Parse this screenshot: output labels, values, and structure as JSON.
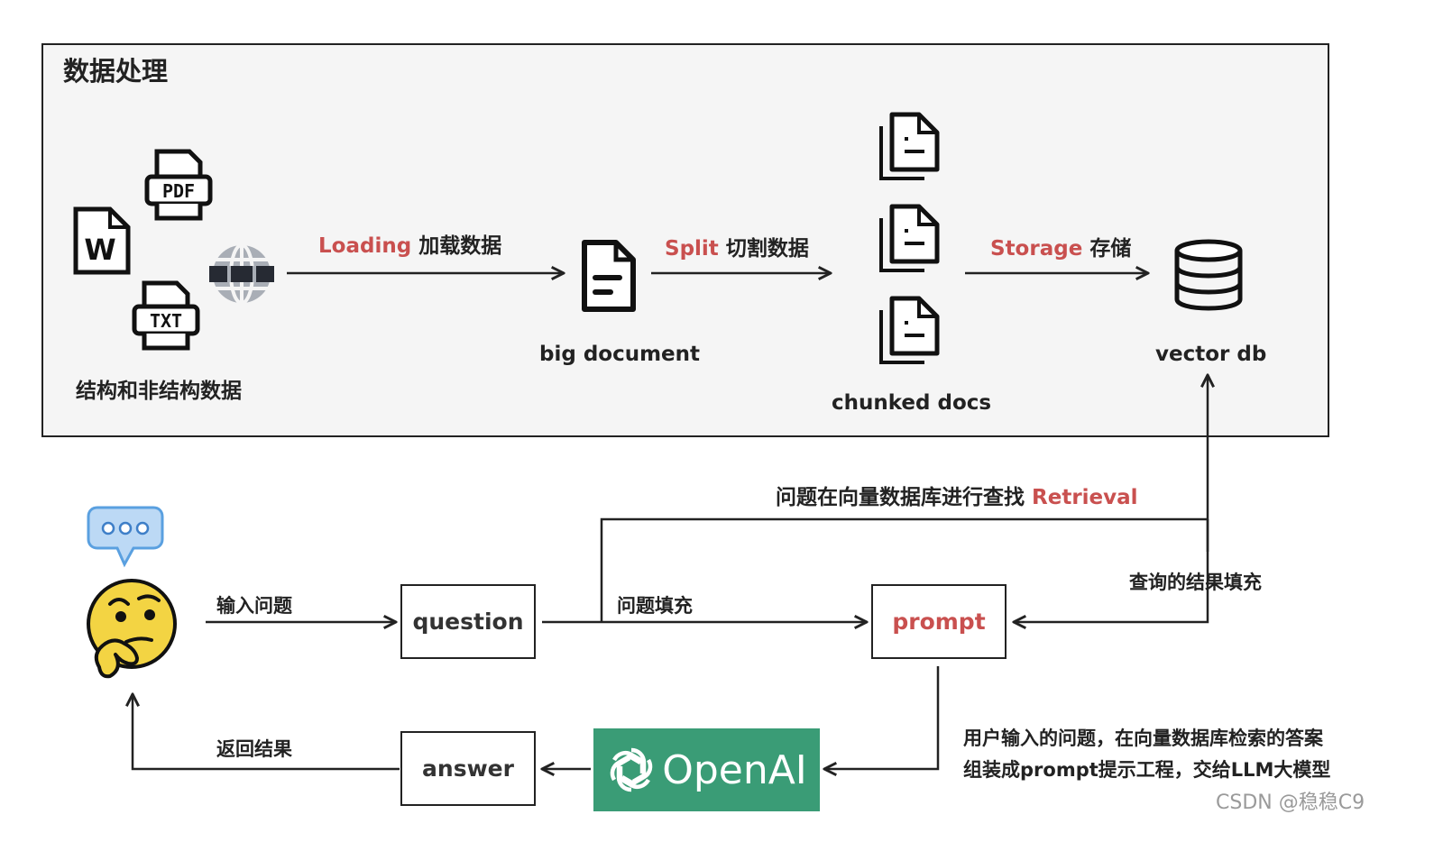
{
  "panel": {
    "title": "数据处理"
  },
  "sources": {
    "pdf_label": "PDF",
    "word_label": "W",
    "txt_label": "TXT",
    "caption": "结构和非结构数据"
  },
  "loading": {
    "en": "Loading",
    "zh": "加载数据"
  },
  "big_document": {
    "caption": "big document"
  },
  "split": {
    "en": "Split",
    "zh": "切割数据"
  },
  "chunked": {
    "caption": "chunked docs"
  },
  "storage": {
    "en": "Storage",
    "zh": "存储"
  },
  "vector_db": {
    "caption": "vector db"
  },
  "retrieval": {
    "zh": "问题在向量数据库进行查找",
    "en": "Retrieval"
  },
  "query_result": {
    "label": "查询的结果填充"
  },
  "input_question": {
    "label": "输入问题"
  },
  "question_box": {
    "label": "question"
  },
  "fill_question": {
    "label": "问题填充"
  },
  "prompt_box": {
    "label": "prompt"
  },
  "return_result": {
    "label": "返回结果"
  },
  "answer_box": {
    "label": "answer"
  },
  "openai": {
    "label": "OpenAI"
  },
  "note": {
    "line1": "用户输入的问题，在向量数据库检索的答案",
    "line2": "组装成prompt提示工程，交给LLM大模型"
  },
  "watermark": "CSDN @稳稳C9",
  "colors": {
    "accent_red": "#c9504f",
    "openai_green": "#3a9c76",
    "panel_bg": "#f5f5f5"
  }
}
